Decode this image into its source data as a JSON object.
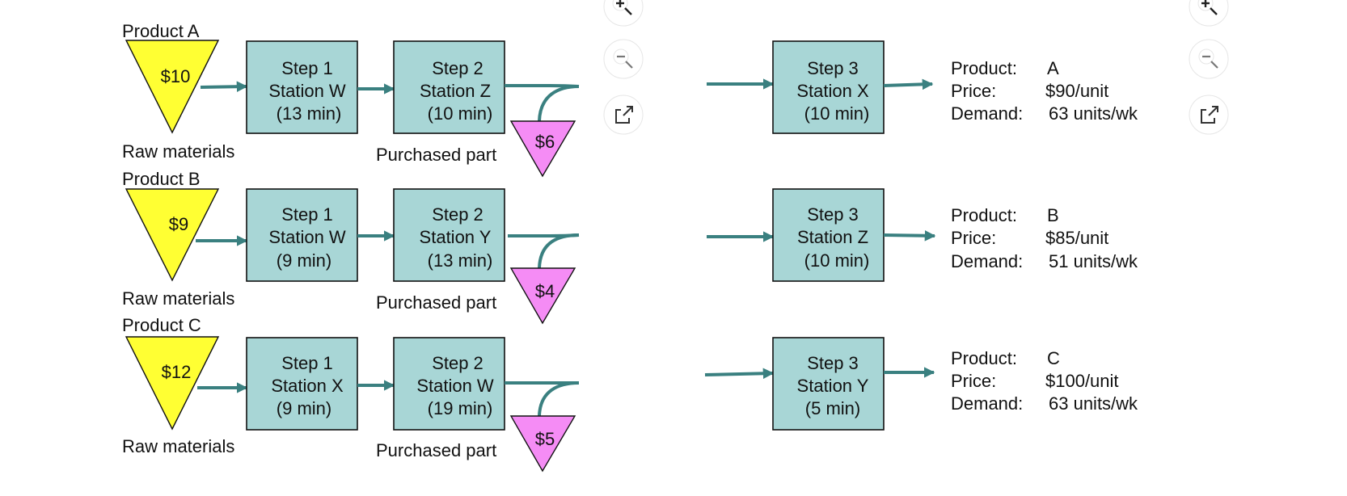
{
  "products": [
    {
      "product_label": "Product A",
      "raw_cost": "$10",
      "raw_label": "Raw materials",
      "step1": [
        "Step 1",
        "Station W",
        "(13 min)"
      ],
      "step2": [
        "Step 2",
        "Station Z",
        "(10 min)"
      ],
      "purchased_cost": "$6",
      "purchased_label": "Purchased part",
      "step3": [
        "Step 3",
        "Station X",
        "(10 min)"
      ],
      "info": {
        "product_key": "Product:",
        "product_val": "A",
        "price_key": "Price:",
        "price_val": "$90/unit",
        "demand_key": "Demand:",
        "demand_val": "63 units/wk"
      }
    },
    {
      "product_label": "Product B",
      "raw_cost": "$9",
      "raw_label": "Raw materials",
      "step1": [
        "Step 1",
        "Station W",
        "(9 min)"
      ],
      "step2": [
        "Step 2",
        "Station Y",
        "(13 min)"
      ],
      "purchased_cost": "$4",
      "purchased_label": "Purchased part",
      "step3": [
        "Step 3",
        "Station Z",
        "(10 min)"
      ],
      "info": {
        "product_key": "Product:",
        "product_val": "B",
        "price_key": "Price:",
        "price_val": "$85/unit",
        "demand_key": "Demand:",
        "demand_val": "51 units/wk"
      }
    },
    {
      "product_label": "Product C",
      "raw_cost": "$12",
      "raw_label": "Raw materials",
      "step1": [
        "Step 1",
        "Station X",
        "(9 min)"
      ],
      "step2": [
        "Step 2",
        "Station W",
        "(19 min)"
      ],
      "purchased_cost": "$5",
      "purchased_label": "Purchased part",
      "step3": [
        "Step 3",
        "Station Y",
        "(5 min)"
      ],
      "info": {
        "product_key": "Product:",
        "product_val": "C",
        "price_key": "Price:",
        "price_val": "$100/unit",
        "demand_key": "Demand:",
        "demand_val": "63 units/wk"
      }
    }
  ],
  "controls": {
    "left": [
      "zoom-in-icon",
      "zoom-out-icon",
      "open-external-icon"
    ],
    "right": [
      "zoom-in-icon",
      "zoom-out-icon",
      "open-external-icon"
    ]
  },
  "colors": {
    "box_fill": "#a8d6d6",
    "raw_fill": "#ffff33",
    "purchased_fill": "#f58cf5",
    "arrow": "#3a8080"
  }
}
